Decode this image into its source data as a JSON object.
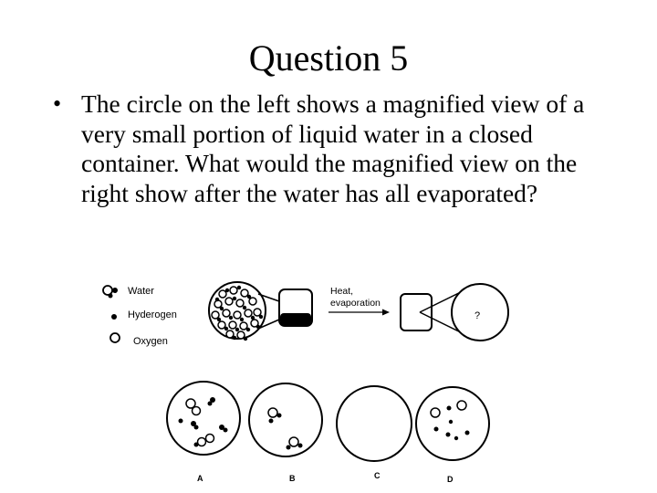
{
  "slide": {
    "title": "Question 5",
    "bullet_symbol": "•",
    "bullet_text": "The circle on the left shows a magnified view of a very small portion of liquid water in a closed container. What would the magnified view on the right show after the water has all evaporated?"
  },
  "legend": {
    "water": "Water",
    "hydrogen": "Hyderogen",
    "oxygen": "Oxygen"
  },
  "process": {
    "arrow_label_line1": "Heat,",
    "arrow_label_line2": "evaporation",
    "unknown_mark": "?"
  },
  "choices": [
    {
      "label": "A"
    },
    {
      "label": "B"
    },
    {
      "label": "C"
    },
    {
      "label": "D"
    }
  ]
}
